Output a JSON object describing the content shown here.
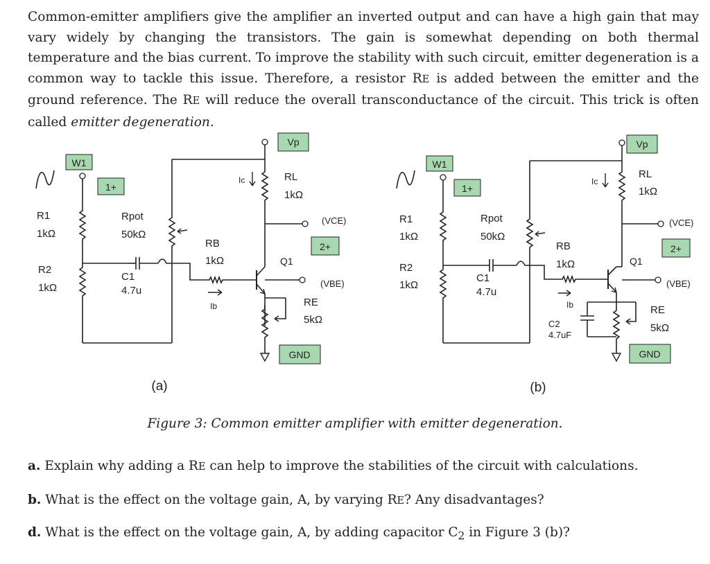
{
  "intro": {
    "s1": "Common-emitter amplifiers give the amplifier an inverted output and can have a high gain that may vary widely by changing the transistors. The gain is somewhat depending on both thermal temperature and the bias current. To improve the stability with such circuit, emitter degeneration is a common way to tackle this issue. Therefore, a resistor ",
    "re_main": "R",
    "re_sub": "E",
    "s2": " is added between the emitter and the ground reference. The ",
    "s3": " will reduce the overall transconductance of the circuit. This trick is often called ",
    "term": "emitter degeneration."
  },
  "circuit": {
    "w1": "W1",
    "source_plus": "1+",
    "vp": "Vp",
    "rl": "RL",
    "rl_val": "1kΩ",
    "ic": "Ic",
    "r1": "R1",
    "r1_val": "1kΩ",
    "r2": "R2",
    "r2_val": "1kΩ",
    "rpot": "Rpot",
    "rpot_val": "50kΩ",
    "c1": "C1",
    "c1_val": "4.7u",
    "rb": "RB",
    "rb_val": "1kΩ",
    "ib": "Ib",
    "q1": "Q1",
    "vce": "(VCE)",
    "vbe": "(VBE)",
    "meter_plus": "2+",
    "re": "RE",
    "re_val": "5kΩ",
    "gnd": "GND",
    "c2": "C2",
    "c2_val": "4.7uF",
    "label_a": "(a)",
    "label_b": "(b)"
  },
  "caption": "Figure 3: Common emitter amplifier with emitter degeneration.",
  "questions": [
    {
      "label": "a.",
      "t1": " Explain why adding a ",
      "t2": " can help to improve the stabilities of the circuit with calculations."
    },
    {
      "label": "b.",
      "t1": " What is the effect on the voltage gain, A, by varying ",
      "t2": "? Any disadvantages?"
    },
    {
      "label": "d.",
      "t1": " What is the effect on the voltage gain, A, by adding capacitor C",
      "sub": "2",
      "t2": " in Figure 3 (b)?"
    }
  ],
  "colors": {
    "label_box": "#a8d8b0",
    "label_border": "#222222",
    "text": "#222222"
  }
}
